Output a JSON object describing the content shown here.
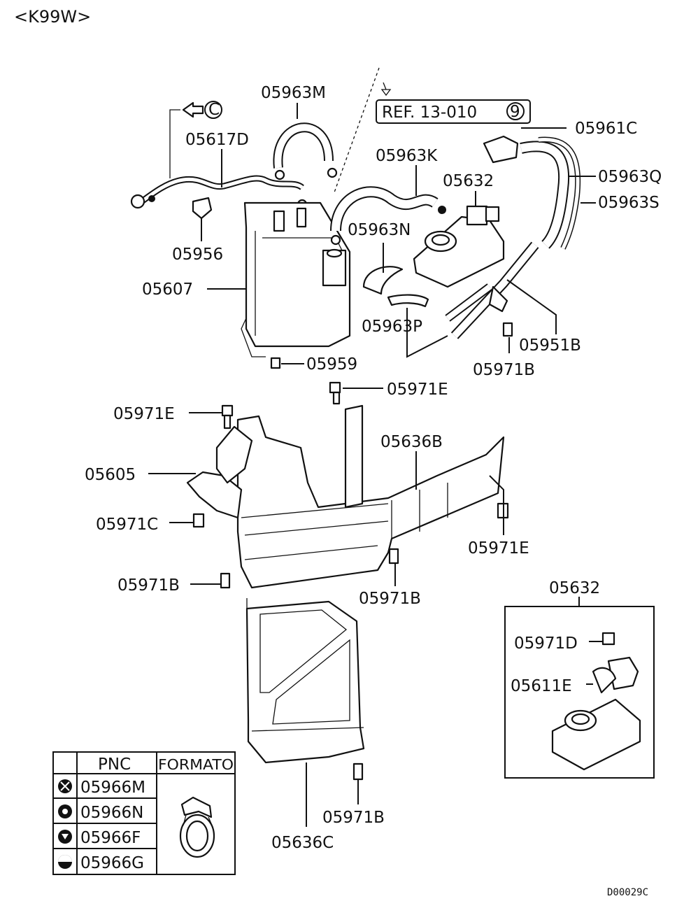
{
  "header": {
    "model": "<K99W>"
  },
  "reference": {
    "text": "REF. 13-010",
    "circle": "9"
  },
  "arrow_ref": {
    "circle": "C"
  },
  "labels": {
    "l05963M": "05963M",
    "l05617D": "05617D",
    "l05963K": "05963K",
    "l05632a": "05632",
    "l05961C": "05961C",
    "l05963Q": "05963Q",
    "l05963S": "05963S",
    "l05956": "05956",
    "l05963N": "05963N",
    "l05607": "05607",
    "l05963P": "05963P",
    "l05951B": "05951B",
    "l05971Ba": "05971B",
    "l05959": "05959",
    "l05971Ea": "05971E",
    "l05971Eb": "05971E",
    "l05636B": "05636B",
    "l05605": "05605",
    "l05971C": "05971C",
    "l05971Ec": "05971E",
    "l05971Bb": "05971B",
    "l05971Bc": "05971B",
    "l05632b": "05632",
    "l05971D": "05971D",
    "l05611E": "05611E",
    "l05971Bd": "05971B",
    "l05636C": "05636C"
  },
  "legend": {
    "col_pnc": "PNC",
    "col_formato": "FORMATO",
    "rows": [
      {
        "symbol": "clip-m-icon",
        "pnc": "05966M"
      },
      {
        "symbol": "clip-n-icon",
        "pnc": "05966N"
      },
      {
        "symbol": "clip-f-icon",
        "pnc": "05966F"
      },
      {
        "symbol": "clip-g-icon",
        "pnc": "05966G"
      }
    ]
  },
  "footer": {
    "code": "D00029C"
  }
}
